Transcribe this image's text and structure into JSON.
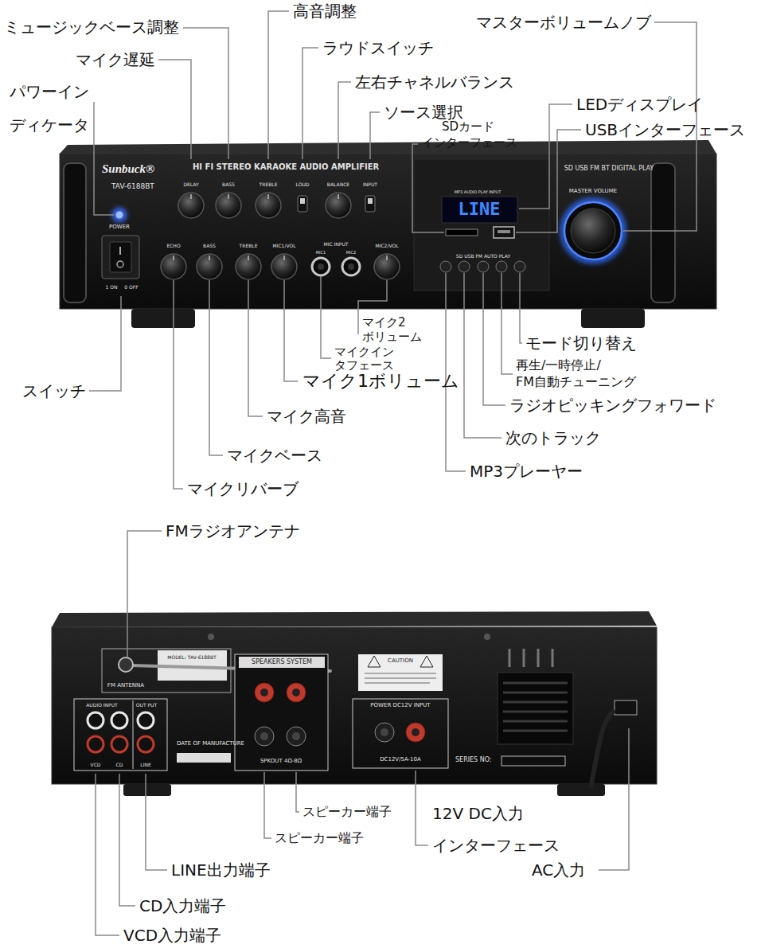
{
  "diagram": {
    "labels": [
      "ミュージックベース調整",
      "高音調整",
      "マスターボリュームノブ",
      "マイク遅延",
      "ラウドスイッチ",
      "パワーイン",
      "ディケータ",
      "左右チャネルバランス",
      "ソース選択",
      "SDカード",
      "インターフェース",
      "LEDディスプレイ",
      "USBインターフェース",
      "マイク2",
      "ボリューム",
      "マイクイン",
      "タフェース",
      "マイク1ボリューム",
      "マイク高音",
      "マイクベース",
      "マイクリバーブ",
      "スイッチ",
      "モード切り替え",
      "再生/一時停止/",
      "FM自動チューニング",
      "ラジオピッキングフォワード",
      "次のトラック",
      "MP3プレーヤー",
      "FMラジオアンテナ",
      "スピーカー端子",
      "スピーカー端子",
      "12V DC入力",
      "インターフェース",
      "AC入力",
      "LINE出力端子",
      "CD入力端子",
      "VCD入力端子",
      "Sunbuck®",
      "TAV-6188BT",
      "HI FI STEREO KARAOKE AUDIO AMPLIFIER",
      "POWER",
      "DELAY",
      "BASS",
      "TREBLE",
      "LOUD",
      "BALANCE",
      "INPUT",
      "ECHO",
      "BASS",
      "TREBLE",
      "MIC1/VOL",
      "MIC INPUT",
      "MIC1",
      "MIC2",
      "MIC2/VOL",
      "SD USB FM BT DIGITAL PLAY",
      "MP3 AUDIO PLAY INPUT",
      "LINE",
      "SD USB FM AUTO PLAY",
      "MASTER VOLUME",
      "1 ON",
      "0 OFF",
      "FM ANTENNA",
      "SPEAKERS SYSTEM",
      "SPKOUT 4Ω-8Ω",
      "AUDIO INPUT",
      "OUT PUT",
      "VCD",
      "CD",
      "LINE",
      "DATE OF MANUFACTURE",
      "POWER DC12V INPUT",
      "DC12V/5A-10A",
      "SERIES NO:",
      "MODEL: TAV-6188BT",
      "CAUTION"
    ]
  }
}
